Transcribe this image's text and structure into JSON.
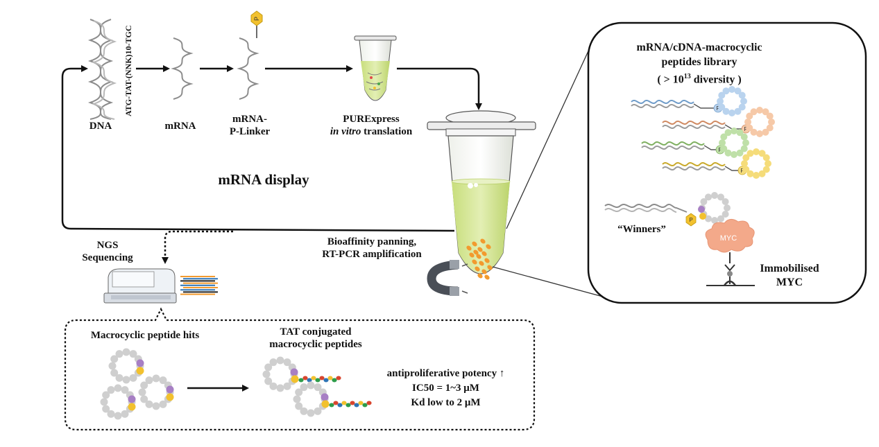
{
  "top_flow": {
    "dna_label": "DNA",
    "dna_sequence": "ATG-TAT-(NNK)10-TGC",
    "mrna_label": "mRNA",
    "linker_label_line1": "mRNA-",
    "linker_label_line2": "P-Linker",
    "pure_label": "PURExpress",
    "translation_italic": "in vitro",
    "translation_rest": " translation",
    "section_title": "mRNA display"
  },
  "phosphate_symbol": "P",
  "panning": {
    "line1": "Bioaffinity panning,",
    "line2": "RT-PCR amplification"
  },
  "ngs": {
    "line1": "NGS",
    "line2": "Sequencing"
  },
  "library_panel": {
    "title_line1": "mRNA/cDNA-macrocyclic",
    "title_line2": "peptides library",
    "title_line3_pre": "( > 10",
    "title_line3_sup": "13",
    "title_line3_post": " diversity )",
    "winners_label": "“Winners”",
    "myc_label": "MYC",
    "immobilised_line1": "Immobilised",
    "immobilised_line2": "MYC"
  },
  "hits_panel": {
    "hits_title": "Macrocyclic peptide hits",
    "tat_line1": "TAT conjugated",
    "tat_line2": "macrocyclic peptides",
    "result_line1": "antiproliferative potency ↑",
    "result_line2": "IC50 = 1~3 μM",
    "result_line3": "Kd low to 2 μM"
  },
  "colors": {
    "tube_liquid": "#d6e89a",
    "bead_grey": "#cfcfcf",
    "purple": "#a77fc4",
    "gold": "#f2c12e",
    "orange": "#f29a2e",
    "myc_cloud": "#f3a98a",
    "loop_blue": "#b9d3ee",
    "loop_orange": "#f6c9a8",
    "loop_green": "#bfe0a8",
    "loop_yellow": "#f5dc7a"
  }
}
